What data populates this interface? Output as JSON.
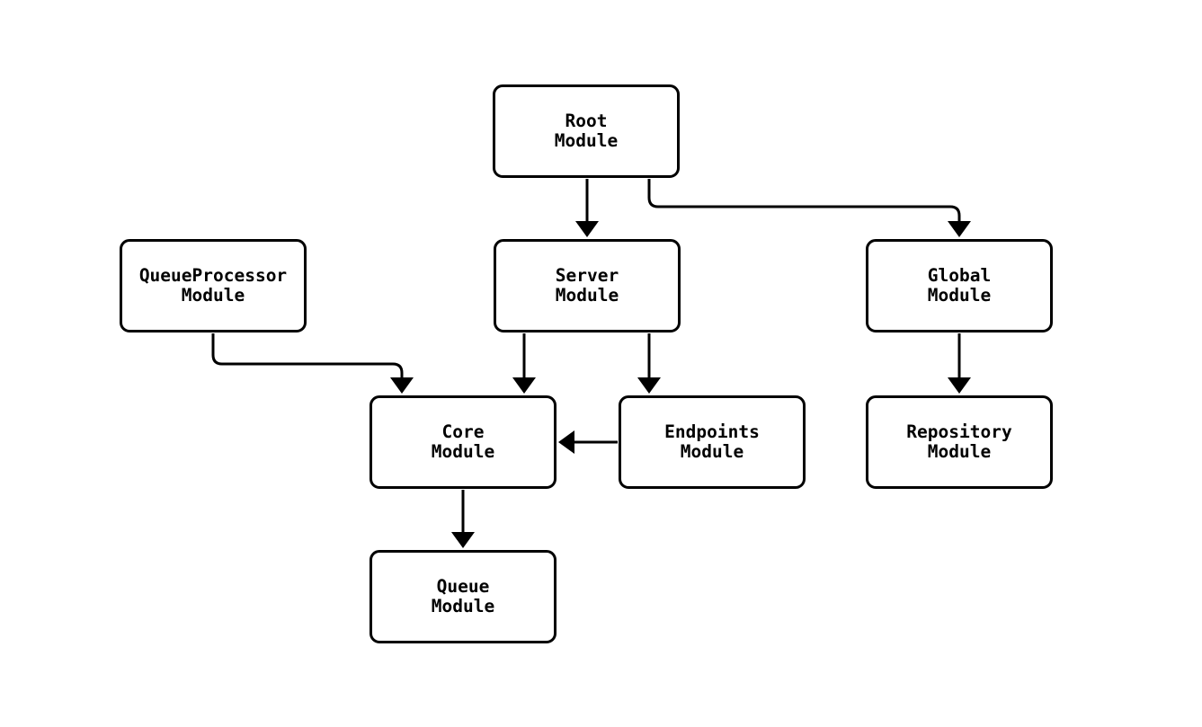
{
  "diagram": {
    "colors": {
      "background": "#ffffff",
      "node_fill": "#ffffff",
      "stroke": "#000000",
      "text": "#000000"
    },
    "nodes": [
      {
        "id": "root-module",
        "line1": "Root",
        "line2": "Module"
      },
      {
        "id": "queueprocessor-module",
        "line1": "QueueProcessor",
        "line2": "Module"
      },
      {
        "id": "server-module",
        "line1": "Server",
        "line2": "Module"
      },
      {
        "id": "global-module",
        "line1": "Global",
        "line2": "Module"
      },
      {
        "id": "core-module",
        "line1": "Core",
        "line2": "Module"
      },
      {
        "id": "endpoints-module",
        "line1": "Endpoints",
        "line2": "Module"
      },
      {
        "id": "repository-module",
        "line1": "Repository",
        "line2": "Module"
      },
      {
        "id": "queue-module",
        "line1": "Queue",
        "line2": "Module"
      }
    ],
    "edges": [
      {
        "from": "Root Module",
        "to": "Server Module"
      },
      {
        "from": "Root Module",
        "to": "Global Module"
      },
      {
        "from": "QueueProcessor Module",
        "to": "Core Module"
      },
      {
        "from": "Server Module",
        "to": "Core Module"
      },
      {
        "from": "Server Module",
        "to": "Endpoints Module"
      },
      {
        "from": "Endpoints Module",
        "to": "Core Module"
      },
      {
        "from": "Global Module",
        "to": "Repository Module"
      },
      {
        "from": "Core Module",
        "to": "Queue Module"
      }
    ]
  }
}
